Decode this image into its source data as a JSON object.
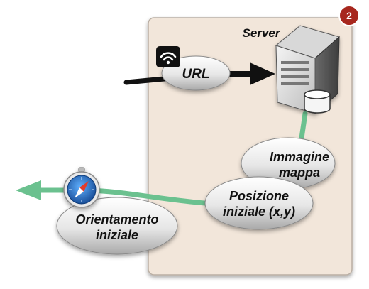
{
  "badge": {
    "number": "2"
  },
  "server_label": "Server",
  "nodes": {
    "url": "URL",
    "immagine_line1": "Immagine",
    "immagine_line2": "mappa",
    "posizione_line1": "Posizione",
    "posizione_line2": "iniziale (x,y)",
    "orientamento_line1": "Orientamento",
    "orientamento_line2": "iniziale"
  },
  "icons": [
    "wifi-icon",
    "server-icon",
    "database-icon",
    "compass-icon"
  ],
  "colors": {
    "panel_fill": "#f2e6da",
    "panel_stroke": "#b9aea3",
    "badge": "#a7271e",
    "green_flow": "#6bc18f",
    "black_flow": "#111111",
    "bubble_light": "#fdfdfd",
    "bubble_dark": "#a9a9a9"
  }
}
